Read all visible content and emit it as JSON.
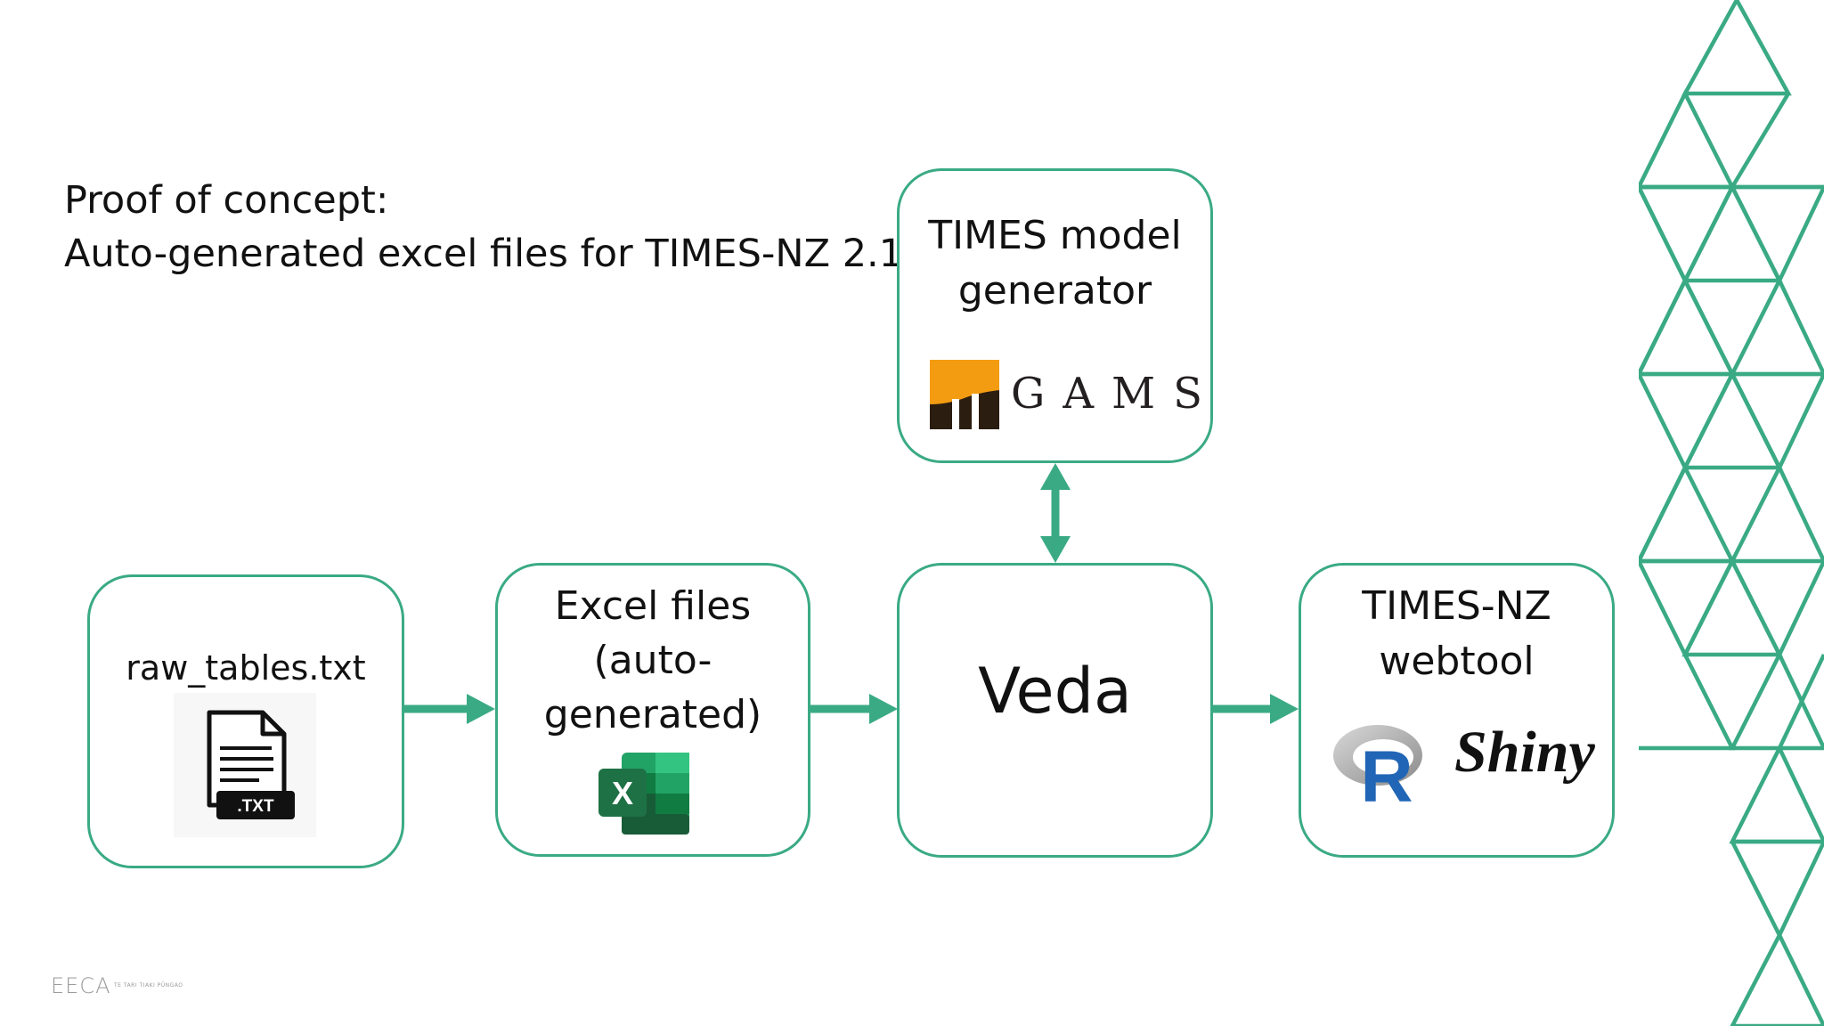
{
  "title": {
    "line1": "Proof of concept:",
    "line2": "Auto-generated excel files for TIMES-NZ 2.1"
  },
  "nodes": {
    "raw": {
      "label": "raw_tables.txt",
      "file_badge": ".TXT"
    },
    "excel": {
      "line1": "Excel files",
      "line2": "(auto-",
      "line3": "generated)",
      "icon_letter": "X"
    },
    "veda": {
      "label": "Veda"
    },
    "times_gen": {
      "line1": "TIMES model",
      "line2": "generator",
      "logo_text": "GAMS"
    },
    "webtool": {
      "line1": "TIMES-NZ",
      "line2": "webtool",
      "r_letter": "R",
      "shiny_text": "Shiny"
    }
  },
  "footer": {
    "brand": "EECA",
    "tagline": "TE TARI TIAKI PŪNGAO"
  },
  "colors": {
    "accent": "#3aaa85",
    "gams_orange": "#f39c12",
    "gams_dark": "#2b1d10",
    "excel_green": "#1e7145",
    "r_blue": "#2165b6"
  },
  "icons": [
    "txt-file-icon",
    "excel-icon",
    "gams-logo-icon",
    "r-logo-icon",
    "shiny-logo"
  ]
}
